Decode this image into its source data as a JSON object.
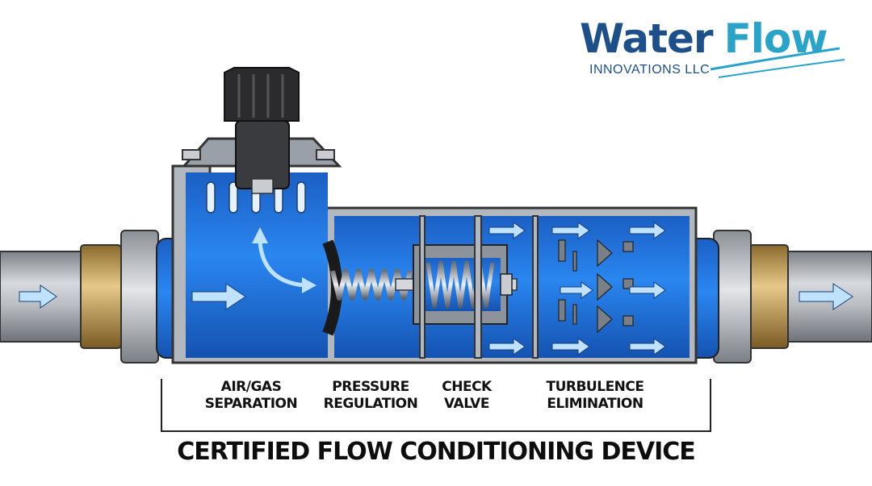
{
  "logo": {
    "word1": "Water",
    "word2": "Flow",
    "subtitle": "INNOVATIONS LLC",
    "colors": {
      "dark": "#1d4f8a",
      "light": "#2aa3c9"
    }
  },
  "sections": [
    {
      "line1": "AIR/GAS",
      "line2": "SEPARATION"
    },
    {
      "line1": "PRESSURE",
      "line2": "REGULATION"
    },
    {
      "line1": "CHECK",
      "line2": "VALVE"
    },
    {
      "line1": "TURBULENCE",
      "line2": "ELIMINATION"
    }
  ],
  "title": "CERTIFIED FLOW CONDITIONING DEVICE",
  "colors": {
    "pipe": "#a9adb3",
    "water": "#1f6fd8",
    "housing": "#b3b8bf",
    "arrow": "#bfe2ff",
    "brass": "#c8a055",
    "cap": "#2b2b2d"
  }
}
